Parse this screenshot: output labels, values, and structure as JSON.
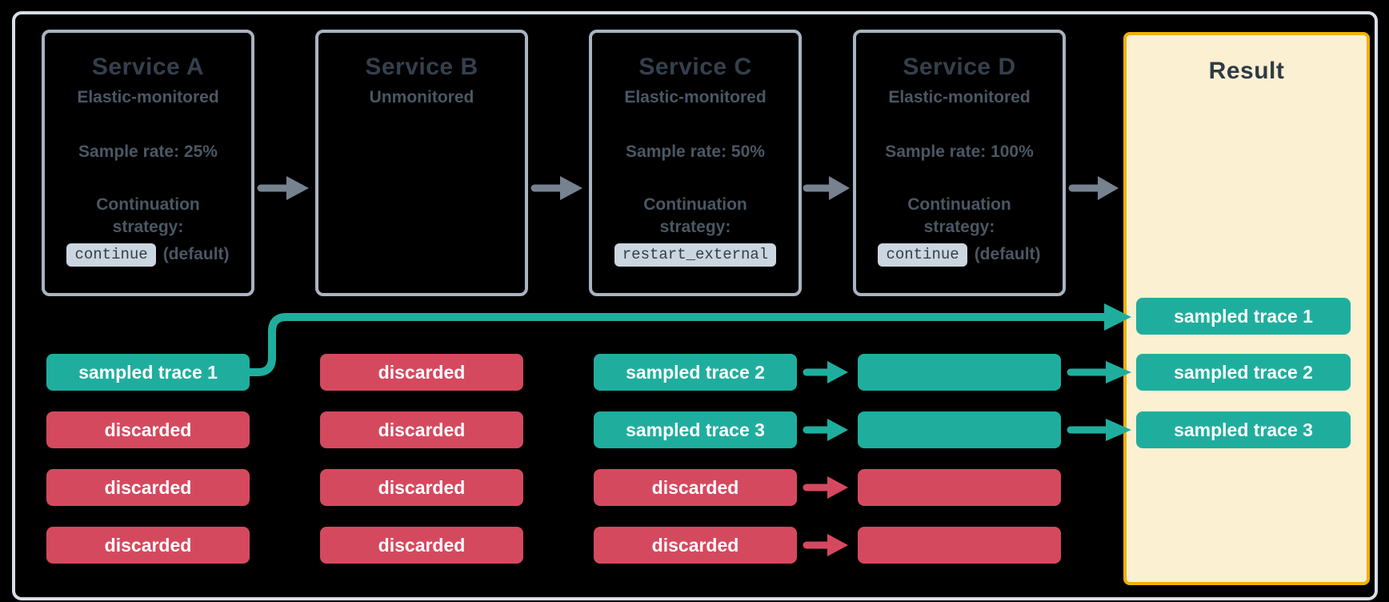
{
  "services": [
    {
      "name": "Service A",
      "monitoring": "Elastic-monitored",
      "sample_rate": "Sample rate: 25%",
      "continuation_label": "Continuation strategy:",
      "strategy_code": "continue",
      "strategy_note": "(default)"
    },
    {
      "name": "Service B",
      "monitoring": "Unmonitored"
    },
    {
      "name": "Service C",
      "monitoring": "Elastic-monitored",
      "sample_rate": "Sample rate: 50%",
      "continuation_label": "Continuation strategy:",
      "strategy_code": "restart_external",
      "strategy_note": ""
    },
    {
      "name": "Service D",
      "monitoring": "Elastic-monitored",
      "sample_rate": "Sample rate: 100%",
      "continuation_label": "Continuation strategy:",
      "strategy_code": "continue",
      "strategy_note": "(default)"
    }
  ],
  "columns": [
    {
      "service": "Service A",
      "pills": [
        {
          "label": "sampled trace 1",
          "status": "sampled"
        },
        {
          "label": "discarded",
          "status": "discarded"
        },
        {
          "label": "discarded",
          "status": "discarded"
        },
        {
          "label": "discarded",
          "status": "discarded"
        }
      ]
    },
    {
      "service": "Service B",
      "pills": [
        {
          "label": "discarded",
          "status": "discarded"
        },
        {
          "label": "discarded",
          "status": "discarded"
        },
        {
          "label": "discarded",
          "status": "discarded"
        },
        {
          "label": "discarded",
          "status": "discarded"
        }
      ]
    },
    {
      "service": "Service C",
      "pills": [
        {
          "label": "sampled trace 2",
          "status": "sampled"
        },
        {
          "label": "sampled trace 3",
          "status": "sampled"
        },
        {
          "label": "discarded",
          "status": "discarded"
        },
        {
          "label": "discarded",
          "status": "discarded"
        }
      ]
    },
    {
      "service": "Service D",
      "pills": [
        {
          "label": "",
          "status": "sampled"
        },
        {
          "label": "",
          "status": "sampled"
        },
        {
          "label": "",
          "status": "discarded"
        },
        {
          "label": "",
          "status": "discarded"
        }
      ]
    }
  ],
  "result": {
    "title": "Result",
    "traces": [
      {
        "label": "sampled trace 1",
        "status": "sampled"
      },
      {
        "label": "sampled trace 2",
        "status": "sampled"
      },
      {
        "label": "sampled trace 3",
        "status": "sampled"
      }
    ]
  },
  "colors": {
    "sampled_teal": "#1fae9e",
    "discarded_red": "#d5495f",
    "result_border_gold": "#f1b000",
    "result_background": "#fbf0d1",
    "service_border": "#a9b4c2",
    "frame_border": "#d9dfe8",
    "code_chip_background": "#ccd6e0",
    "arrow_gray": "#76828f",
    "text_dark": "#35404d"
  }
}
